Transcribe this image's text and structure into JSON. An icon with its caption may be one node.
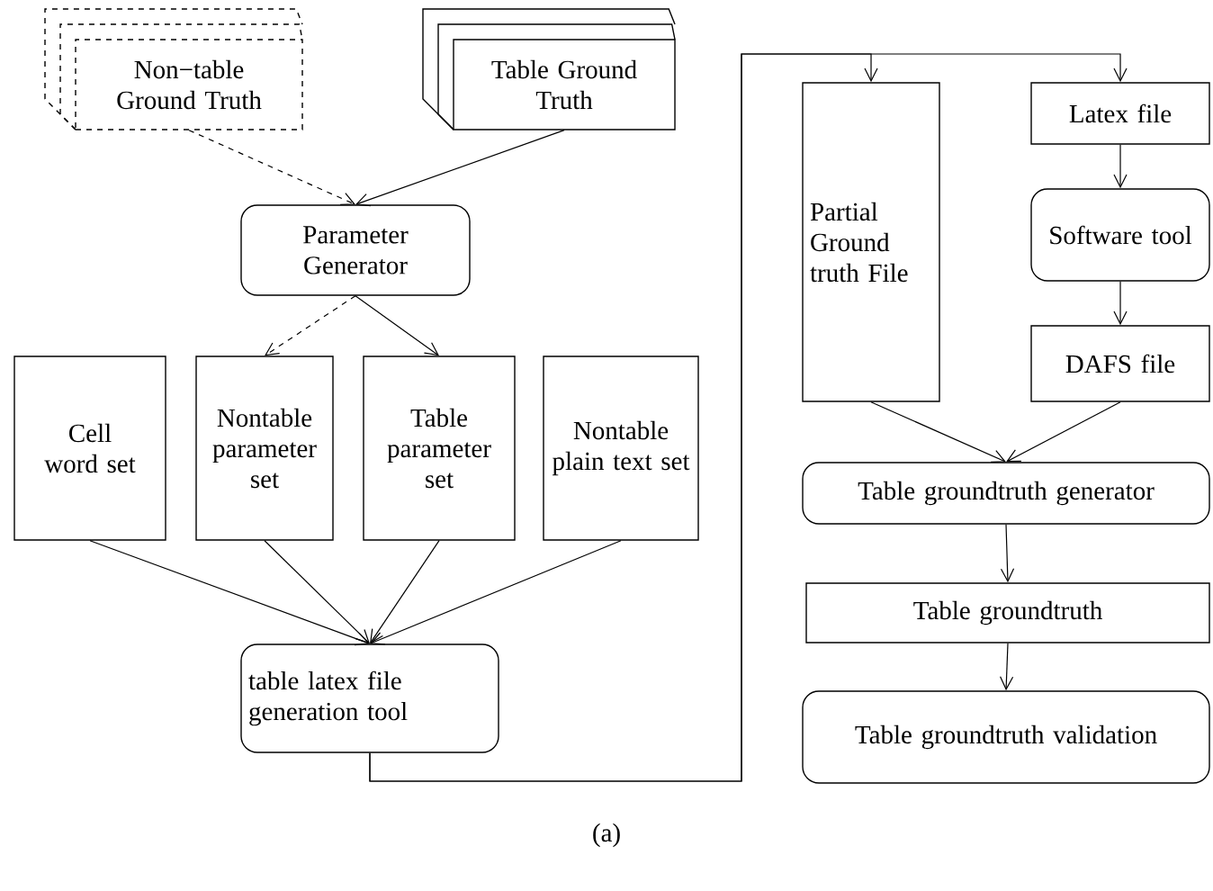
{
  "diagram": {
    "nodes": [
      {
        "text": [
          "Non−table Ground Truth"
        ]
      },
      {
        "text": [
          "Table Ground Truth"
        ]
      },
      {
        "text": [
          "Parameter Generator"
        ]
      },
      {
        "text": [
          "Cell word set"
        ]
      },
      {
        "text": [
          "Nontable parameter set"
        ]
      },
      {
        "text": [
          "Table parameter set"
        ]
      },
      {
        "text": [
          "Nontable plain text set"
        ]
      },
      {
        "text": [
          "table latex file generation tool"
        ]
      },
      {
        "text": [
          "Partial Ground truth File"
        ]
      },
      {
        "text": [
          "Latex file"
        ]
      },
      {
        "text": [
          "Software tool"
        ]
      },
      {
        "text": [
          "DAFS file"
        ]
      },
      {
        "text": [
          "Table groundtruth generator"
        ]
      },
      {
        "text": [
          "Table groundtruth"
        ]
      },
      {
        "text": [
          "Table groundtruth validation"
        ]
      }
    ],
    "edges": [
      {
        "from": 0,
        "to": 2,
        "arrow": "to",
        "style": "dashed"
      },
      {
        "from": 1,
        "to": 2,
        "arrow": "to"
      },
      {
        "from": 2,
        "to": 4,
        "arrow": "to",
        "style": "dashed"
      },
      {
        "from": 2,
        "to": 5,
        "arrow": "to"
      },
      {
        "from": 3,
        "to": 7,
        "arrow": "to"
      },
      {
        "from": 4,
        "to": 7,
        "arrow": "to"
      },
      {
        "from": 5,
        "to": 7,
        "arrow": "to"
      },
      {
        "from": 6,
        "to": 7,
        "arrow": "to"
      },
      {
        "from": 7,
        "to": 8,
        "arrow": "to"
      },
      {
        "from": 7,
        "to": 9,
        "arrow": "to"
      },
      {
        "from": 9,
        "to": 10,
        "arrow": "to"
      },
      {
        "from": 10,
        "to": 11,
        "arrow": "to"
      },
      {
        "from": 8,
        "to": 12,
        "arrow": "to"
      },
      {
        "from": 11,
        "to": 12,
        "arrow": "to"
      },
      {
        "from": 12,
        "to": 13,
        "arrow": "to"
      },
      {
        "from": 13,
        "to": 14,
        "arrow": "to"
      }
    ],
    "labels": [
      "(a)"
    ]
  }
}
